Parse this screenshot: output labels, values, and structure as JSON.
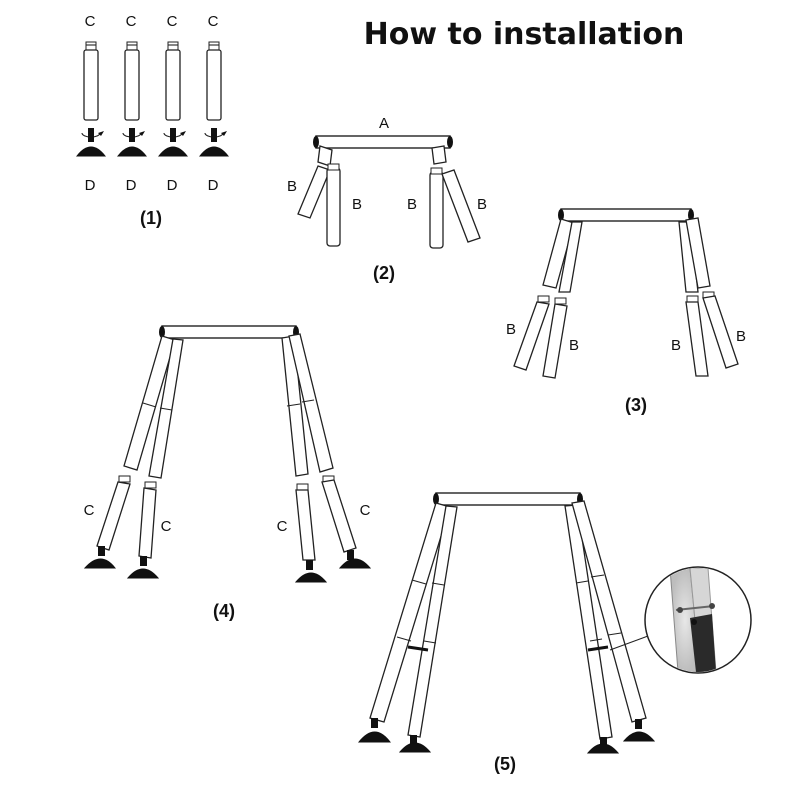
{
  "title": "How to installation",
  "steps": {
    "s1": {
      "label": "(1)",
      "top": [
        "C",
        "C",
        "C",
        "C"
      ],
      "bottom": [
        "D",
        "D",
        "D",
        "D"
      ]
    },
    "s2": {
      "label": "(2)",
      "top": "A",
      "legs": [
        "B",
        "B",
        "B",
        "B"
      ]
    },
    "s3": {
      "label": "(3)",
      "legs": [
        "B",
        "B",
        "B",
        "B"
      ]
    },
    "s4": {
      "label": "(4)",
      "legs": [
        "C",
        "C",
        "C",
        "C"
      ]
    },
    "s5": {
      "label": "(5)"
    }
  },
  "colors": {
    "line": "#222222",
    "foot": "#111111",
    "background": "#ffffff"
  },
  "icons": [
    "rotate-arrow-icon",
    "suction-foot-icon",
    "magnifier-detail-icon"
  ]
}
